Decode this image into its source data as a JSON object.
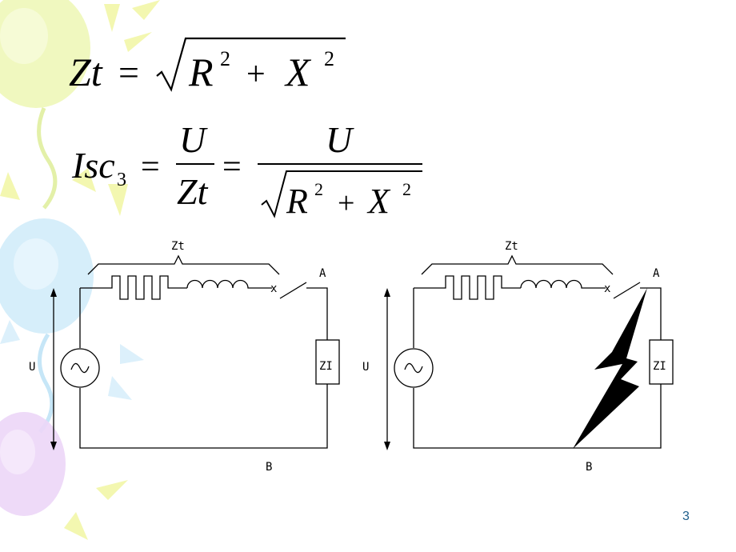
{
  "slide": {
    "page_number": "3"
  },
  "equation1": {
    "lhs": "Zt",
    "equals": "=",
    "r": "R",
    "x": "X",
    "exp": "2",
    "plus": "+"
  },
  "equation2": {
    "isc": "Isc",
    "isc_sub": "3",
    "equals": "=",
    "num": "U",
    "den": "Zt",
    "r": "R",
    "x": "X",
    "exp": "2",
    "plus": "+"
  },
  "circuit_left": {
    "zt_label": "Zt",
    "a_label": "A",
    "b_label": "B",
    "u_label": "U",
    "load_label": "ZI"
  },
  "circuit_right": {
    "zt_label": "Zt",
    "a_label": "A",
    "b_label": "B",
    "u_label": "U",
    "load_label": "ZI"
  },
  "colors": {
    "page_number": "#1f5f8b",
    "balloon_yellow": "#eef7b8",
    "balloon_blue": "#d2ecfa",
    "balloon_purple": "#ecd6f7"
  }
}
